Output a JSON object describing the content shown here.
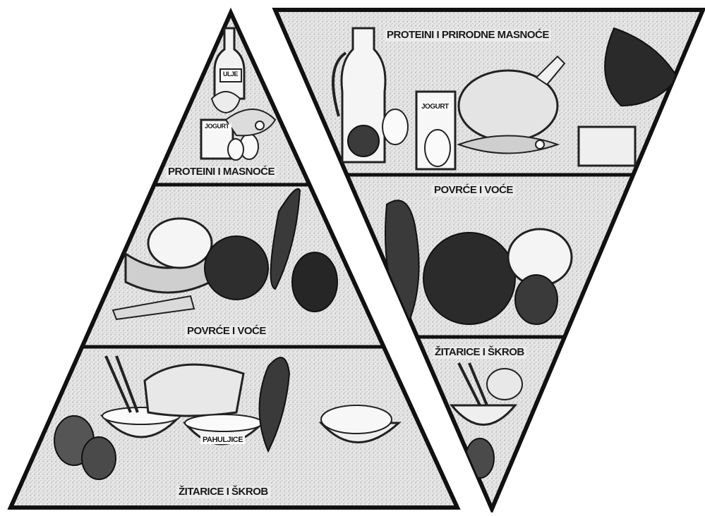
{
  "pyramid_upright": {
    "tiers": [
      {
        "label": "PROTEINI I MASNOĆE"
      },
      {
        "label": "POVRĆE I VOĆE"
      },
      {
        "label": "ŽITARICE I ŠKROB"
      }
    ],
    "jar_label": "JOGURT",
    "bottle_label": "ULJE",
    "bowl_label": "PAHULJICE"
  },
  "pyramid_inverted": {
    "tiers": [
      {
        "label": "PROTEINI I PRIRODNE MASNOĆE"
      },
      {
        "label": "POVRĆE I VOĆE"
      },
      {
        "label": "ŽITARICE I ŠKROB"
      }
    ],
    "jar_label": "JOGURT"
  },
  "colors": {
    "stipple": "#e6e6e6",
    "outline": "#111111",
    "dark_food": "#2b2b2b",
    "light_food": "#f4f4f4"
  }
}
